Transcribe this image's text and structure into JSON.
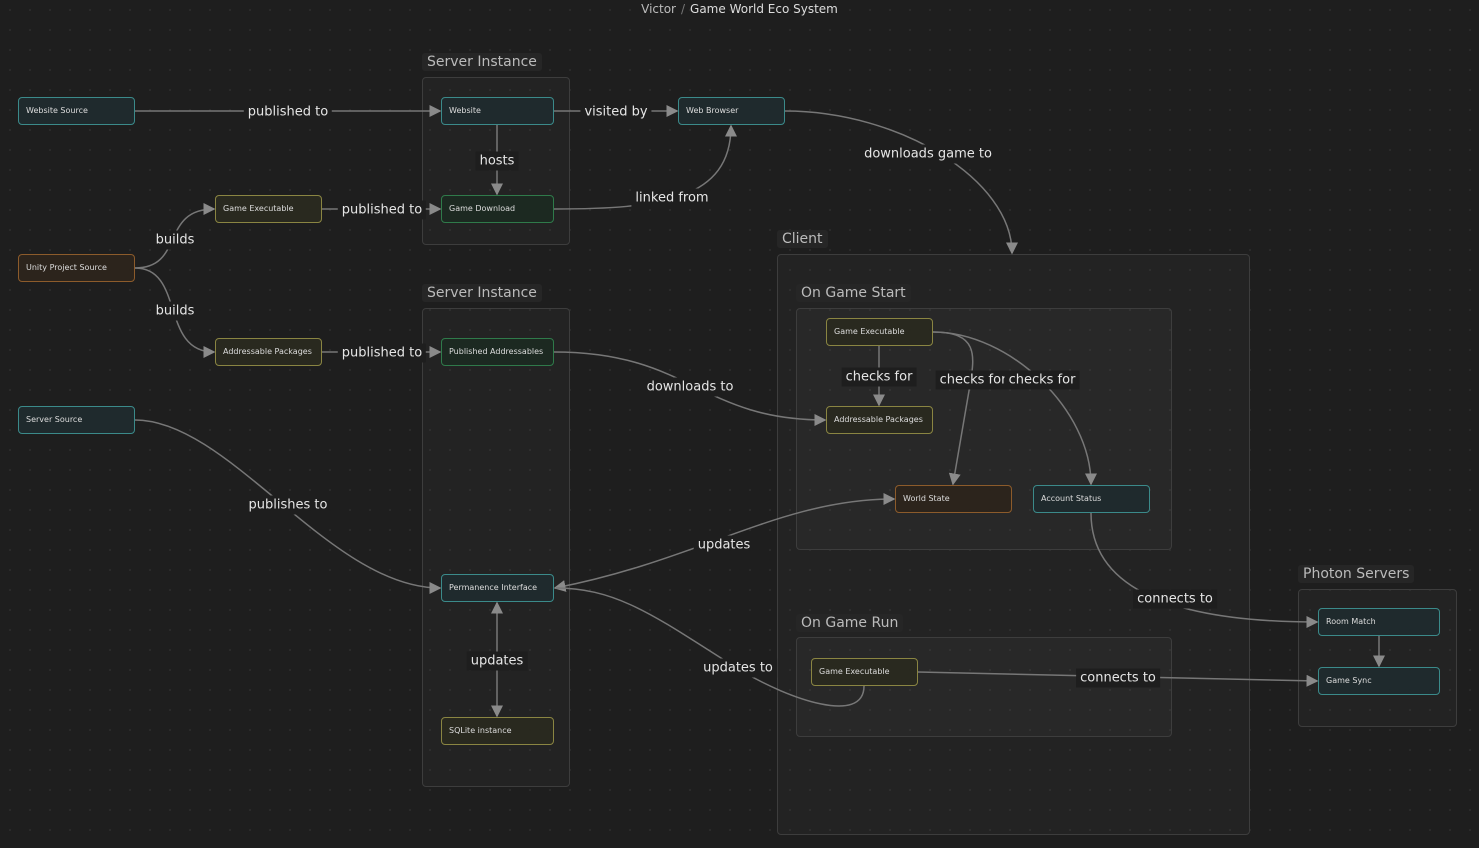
{
  "breadcrumb": {
    "parent": "Victor",
    "separator": "/",
    "current": "Game World Eco System"
  },
  "colors": {
    "cyan": "#3b8a8a",
    "yellow": "#8a8542",
    "orange": "#8c5b2b",
    "green": "#2f7a4a",
    "edge": "#7a7a7a"
  },
  "groups": {
    "server1": "Server Instance",
    "server2": "Server Instance",
    "client": "Client",
    "start": "On Game Start",
    "run": "On Game Run",
    "photon": "Photon Servers"
  },
  "nodes": {
    "website_source": "Website Source",
    "website": "Website",
    "web_browser": "Web Browser",
    "game_exe": "Game Executable",
    "game_download": "Game Download",
    "unity": "Unity Project Source",
    "addr_pkg": "Addressable Packages",
    "pub_addr": "Published Addressables",
    "server_source": "Server Source",
    "permanence": "Permanence Interface",
    "sqlite": "SQLite instance",
    "client_exe": "Game Executable",
    "client_addr": "Addressable Packages",
    "world_state": "World State",
    "account_status": "Account Status",
    "run_exe": "Game Executable",
    "room_match": "Room Match",
    "game_sync": "Game Sync"
  },
  "edges": {
    "pub1": "published to",
    "hosts": "hosts",
    "visited": "visited by",
    "downloads_game": "downloads game to",
    "linked": "linked from",
    "builds1": "builds",
    "builds2": "builds",
    "pub2": "published to",
    "pub3": "published to",
    "downloads": "downloads to",
    "publishes": "publishes to",
    "updates1": "updates",
    "updates2": "updates",
    "updates_to": "updates to",
    "checks1": "checks for",
    "checks2": "checks for",
    "checks3": "checks for",
    "connects1": "connects to",
    "connects2": "connects to"
  }
}
